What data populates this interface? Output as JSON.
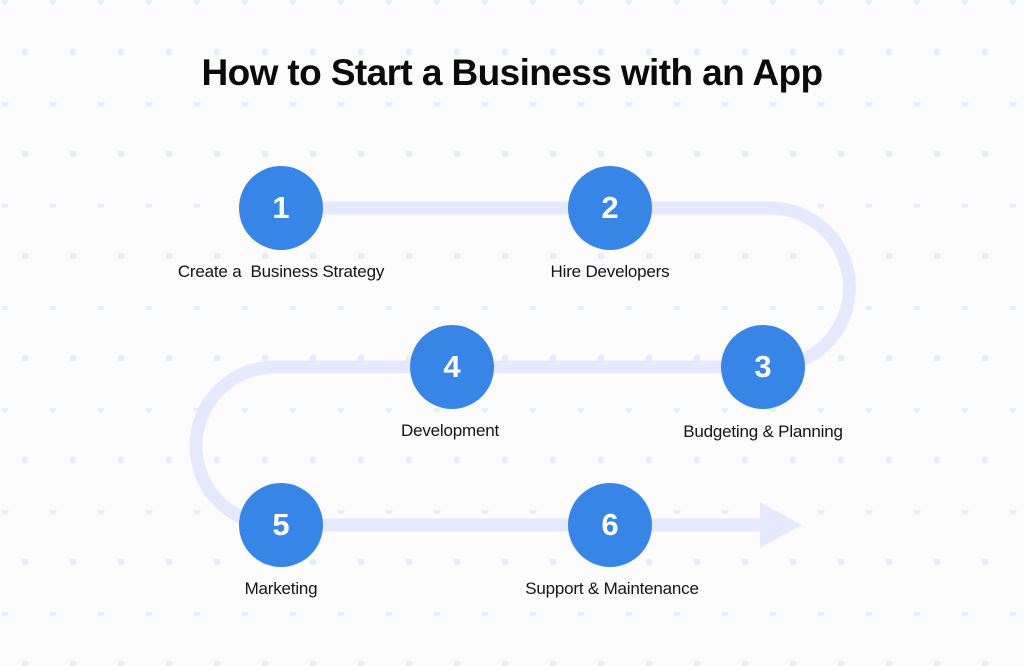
{
  "title": "How to Start a Business with an App",
  "colors": {
    "background": "#FCFCFD",
    "dot": "#E8EEF8",
    "track": "#E6E9FD",
    "step_circle": "#3885E8",
    "step_number": "#FFFFFF",
    "title_text": "#0B0B0B",
    "label_text": "#141414"
  },
  "steps": [
    {
      "number": "1",
      "label": "Create a  Business Strategy"
    },
    {
      "number": "2",
      "label": "Hire Developers"
    },
    {
      "number": "3",
      "label": "Budgeting & Planning"
    },
    {
      "number": "4",
      "label": "Development"
    },
    {
      "number": "5",
      "label": "Marketing"
    },
    {
      "number": "6",
      "label": "Support & Maintenance"
    }
  ],
  "flow": {
    "direction": "serpentine left-to-right, right-to-left, left-to-right",
    "end_marker": "arrow-right"
  }
}
